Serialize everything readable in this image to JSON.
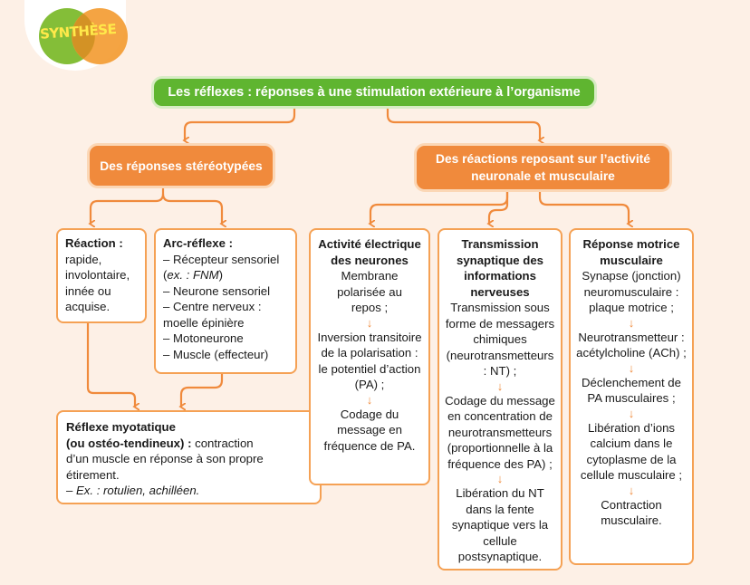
{
  "logo": {
    "text": "SYNTHÈSE"
  },
  "root": {
    "label": "Les réflexes : réponses à une stimulation extérieure à l’organisme"
  },
  "left_branch": {
    "label": "Des réponses stéréotypées"
  },
  "right_branch": {
    "label": "Des réactions reposant sur l’activité neuronale et musculaire"
  },
  "reaction": {
    "title": "Réaction :",
    "lines": [
      "rapide,",
      "involontaire,",
      "innée ou",
      "acquise."
    ]
  },
  "arc": {
    "title": "Arc-réflexe :",
    "line1": "– Récepteur sensoriel",
    "line2_open": "(",
    "line2_ex": "ex. : FNM",
    "line2_close": ")",
    "line3": "– Neurone sensoriel",
    "line4": "– Centre nerveux :",
    "line5": "moelle épinière",
    "line6": "– Motoneurone",
    "line7": "– Muscle (effecteur)"
  },
  "myotatique": {
    "title1": "Réflexe myotatique",
    "title2": "(ou ostéo-tendineux) :",
    "rest2": " contraction",
    "line3": "d’un muscle en réponse à son propre",
    "line4": "étirement.",
    "example": "– Ex. : rotulien, achilléen."
  },
  "electrique": {
    "title": "Activité électrique des neurones",
    "steps": [
      "Membrane polarisée au repos ;",
      "Inversion transitoire de la polarisation : le potentiel d’action (PA) ;",
      "Codage du message en fréquence de PA."
    ]
  },
  "transmission": {
    "title": "Transmission synaptique des informations nerveuses",
    "steps": [
      "Transmission sous forme de messagers chimiques (neurotransmetteurs : NT) ;",
      "Codage du message en concentration de neurotransmetteurs (proportionnelle à la fréquence des PA) ;",
      "Libération du NT dans la fente synaptique vers la cellule postsynaptique."
    ]
  },
  "motrice": {
    "title": "Réponse motrice musculaire",
    "steps": [
      "Synapse (jonction) neuromusculaire : plaque motrice ;",
      "Neurotransmetteur : acétylcholine (ACh) ;",
      "Déclenchement de PA musculaires ;",
      "Libération d’ions calcium dans le cytoplasme de la cellule musculaire ;",
      "Contraction musculaire."
    ]
  },
  "colors": {
    "green": "#5fb530",
    "orange": "#f08a3c",
    "border": "#f5a154",
    "background": "#fdf0e6"
  }
}
